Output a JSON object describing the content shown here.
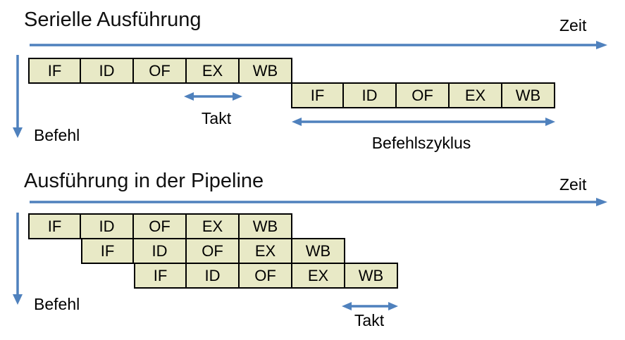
{
  "colors": {
    "accent_blue": "#4F81BD",
    "stage_box_fill": "#E8E9C6",
    "stage_box_border": "#000000",
    "text": "#000000",
    "background": "#FFFFFF"
  },
  "serial": {
    "title": "Serielle Ausführung",
    "time_axis_label": "Zeit",
    "instruction_axis_label": "Befehl",
    "clock_label": "Takt",
    "cycle_label": "Befehlszyklus",
    "rows": [
      {
        "stages": [
          "IF",
          "ID",
          "OF",
          "EX",
          "WB"
        ]
      },
      {
        "stages": [
          "IF",
          "ID",
          "OF",
          "EX",
          "WB"
        ]
      }
    ]
  },
  "pipeline": {
    "title": "Ausführung in der Pipeline",
    "time_axis_label": "Zeit",
    "instruction_axis_label": "Befehl",
    "clock_label": "Takt",
    "rows": [
      {
        "stages": [
          "IF",
          "ID",
          "OF",
          "EX",
          "WB"
        ]
      },
      {
        "stages": [
          "IF",
          "ID",
          "OF",
          "EX",
          "WB"
        ]
      },
      {
        "stages": [
          "IF",
          "ID",
          "OF",
          "EX",
          "WB"
        ]
      }
    ]
  }
}
